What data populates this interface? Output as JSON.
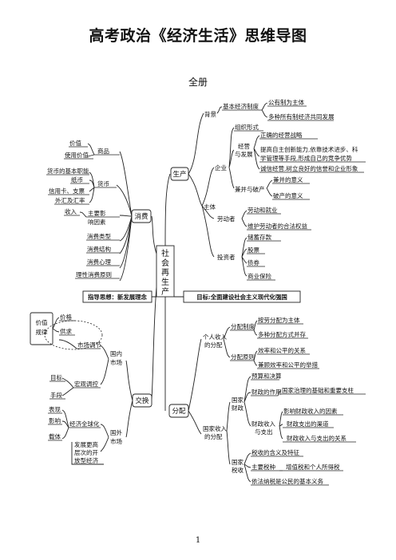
{
  "document": {
    "title": "高考政治《经济生活》思维导图",
    "subtitle": "全册",
    "page_number": "1"
  },
  "center": {
    "label": "社会再生产",
    "guiding_idea": "指导思想：新发展理念",
    "goal": "目标:全面建设社会主义现代化强国"
  },
  "production": {
    "label": "生产",
    "background": {
      "label": "背景",
      "basic_system": "基本经济制度",
      "items": [
        "公有制为主体",
        "多种所有制经济共同发展"
      ]
    },
    "subject": {
      "label": "主体",
      "enterprise": {
        "label": "企业",
        "org_form": "组织形式",
        "operation": {
          "label": "经营与发展",
          "items": [
            "正确的经营战略",
            "提高自主创新能力,依靠技术进步、科学管理等手段,形成自己的竞争优势",
            "诚信经营,树立良好的信誉和企业形象"
          ]
        },
        "merger": {
          "label": "兼并与破产",
          "items": [
            "兼并的意义",
            "破产的意义"
          ]
        }
      },
      "laborer": {
        "label": "劳动者",
        "items": [
          "劳动和就业",
          "维护劳动者的合法权益"
        ]
      },
      "investor": {
        "label": "投资者",
        "items": [
          "储蓄存款",
          "股票",
          "债券",
          "商业保险"
        ]
      }
    }
  },
  "consumption": {
    "label": "消费",
    "goods": {
      "label": "商品",
      "items": [
        "价值",
        "使用价值"
      ]
    },
    "currency": {
      "label": "货币",
      "items": [
        "货币的基本职能",
        "纸币",
        "信用卡、支票",
        "外汇及汇率"
      ]
    },
    "factors": {
      "label": "主要影响因素",
      "item": "收入"
    },
    "others": [
      "消费类型",
      "消费结构",
      "消费心理",
      "理性消费原则"
    ]
  },
  "exchange": {
    "label": "交换",
    "domestic": {
      "label": "国内市场",
      "regulation": {
        "label": "市场调节",
        "law": "价值规律",
        "items": [
          "价格",
          "供求"
        ]
      },
      "macro": {
        "label": "宏观调控",
        "items": [
          "目标",
          "手段"
        ]
      }
    },
    "international": {
      "label": "国外市场",
      "globalization": "经济全球化",
      "glob_items": [
        "表现",
        "影响",
        "载体"
      ],
      "open_economy": "发展更高层次的开放型经济"
    }
  },
  "distribution": {
    "label": "分配",
    "personal": {
      "label": "个人收入的分配",
      "system": {
        "label": "分配制度",
        "items": [
          "按劳分配为主体",
          "多种分配方式并存"
        ]
      },
      "principle": {
        "label": "分配原则",
        "items": [
          "效率和公平的关系",
          "兼顾效率和公平的举措"
        ]
      }
    },
    "national": {
      "label": "国家收入的分配",
      "finance": {
        "label": "国家财政",
        "budget": "预算和决算",
        "role": {
          "label": "财政的作用",
          "item": "国家治理的基础和重要支柱"
        },
        "revenue": {
          "label": "财政收入与支出",
          "items": [
            "影响财政收入的因素",
            "财政支出的渠道",
            "财政收入与支出的关系"
          ]
        }
      },
      "tax": {
        "label": "国家税收",
        "meaning": "税收的含义及特征",
        "main_types": {
          "label": "主要税种",
          "item": "增值税和个人所得税"
        },
        "duty": "依法纳税是公民的基本义务"
      }
    }
  }
}
